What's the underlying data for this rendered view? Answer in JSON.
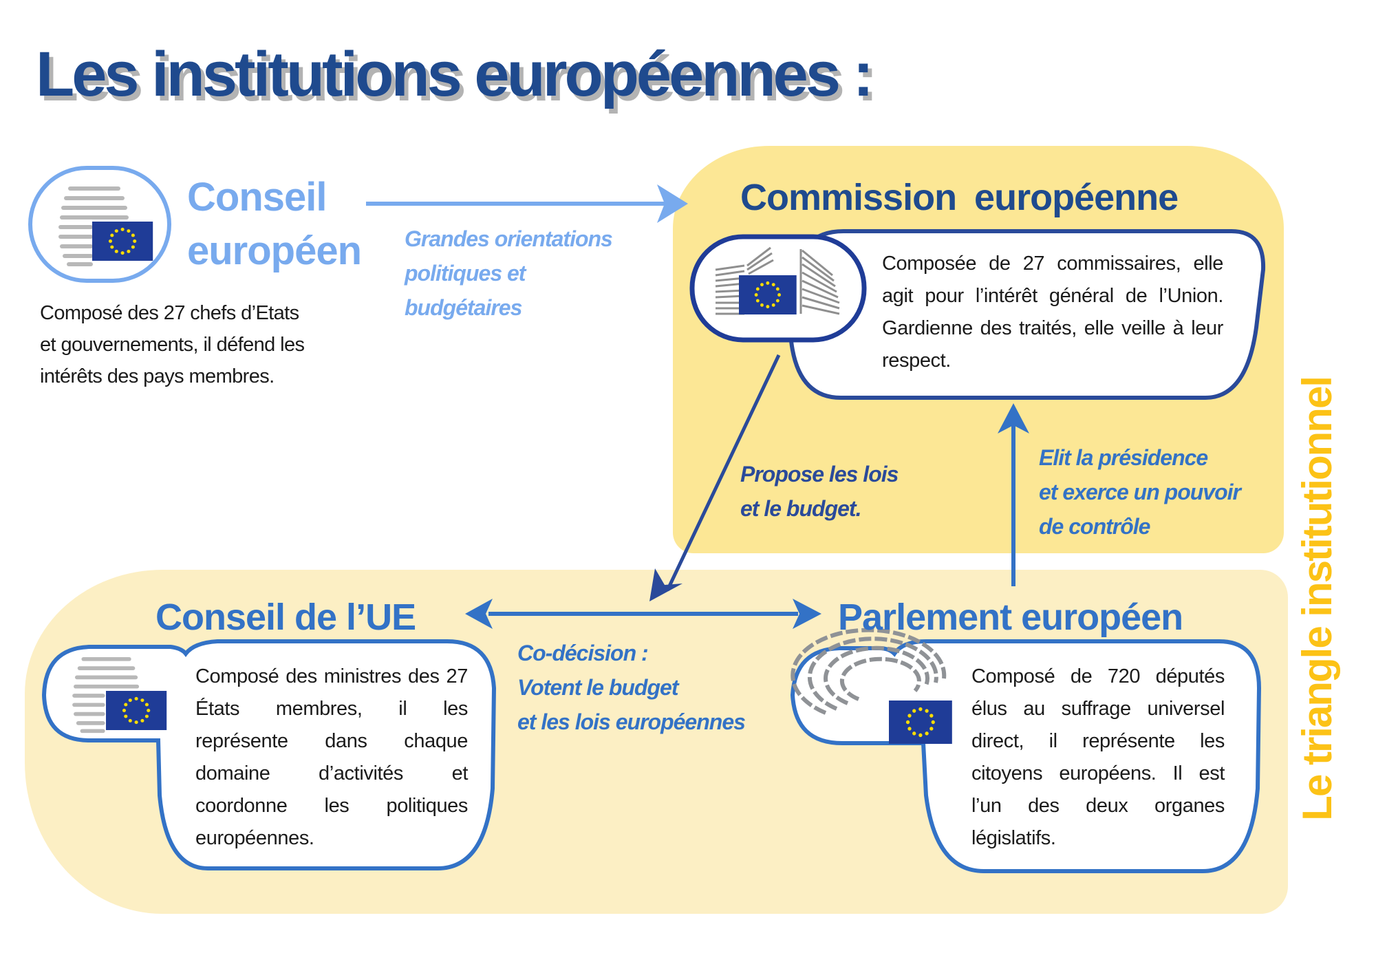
{
  "title": "Les institutions européennes :",
  "side_label": "Le triangle institutionnel",
  "colors": {
    "title_blue": "#1f4a8e",
    "light_blue": "#78aaee",
    "mid_blue": "#3372c6",
    "dark_navy": "#2a4a9a",
    "yellow_strong": "#fce795",
    "yellow_soft": "#fcefc4",
    "accent_yellow": "#fcc216",
    "eu_flag_blue": "#1f3c97",
    "eu_star_yellow": "#ffdd00"
  },
  "institutions": {
    "conseil_europeen": {
      "name_line1": "Conseil",
      "name_line2": "européen",
      "icon": "eu-council-building-icon",
      "description": [
        "Composé des 27 chefs d’Etats",
        "et gouvernements, il défend les",
        "intérêts des pays membres."
      ]
    },
    "commission": {
      "name": "Commission européenne",
      "icon": "eu-commission-building-icon",
      "description": "Composée de 27 commissaires, elle agit pour l’intérêt général de l’Union. Gardienne des traités, elle veille à leur respect."
    },
    "conseil_ue": {
      "name": "Conseil de l’UE",
      "icon": "eu-council-building-icon",
      "description": "Composé des ministres des 27 États membres, il les représente dans chaque domaine d’activités et coordonne les politiques européennes."
    },
    "parlement": {
      "name": "Parlement européen",
      "icon": "eu-parliament-hemicycle-icon",
      "description": "Composé de 720 députés élus au suffrage universel direct, il représente les citoyens européens. Il est l’un des deux organes législatifs."
    }
  },
  "relations": {
    "orientations": {
      "from": "Conseil européen",
      "to": "Commission européenne",
      "lines": [
        "Grandes orientations",
        "politiques et",
        "budgétaires"
      ]
    },
    "propose": {
      "from": "Commission européenne",
      "to": "Co-décision",
      "lines": [
        "Propose les lois",
        "et le budget."
      ]
    },
    "elit": {
      "from": "Parlement européen",
      "to": "Commission européenne",
      "lines": [
        "Elit la présidence",
        "et exerce un pouvoir",
        "de contrôle"
      ]
    },
    "codecision": {
      "between": [
        "Conseil de l’UE",
        "Parlement européen"
      ],
      "lines": [
        "Co-décision :",
        "Votent le budget",
        "et les lois européennes"
      ]
    }
  }
}
